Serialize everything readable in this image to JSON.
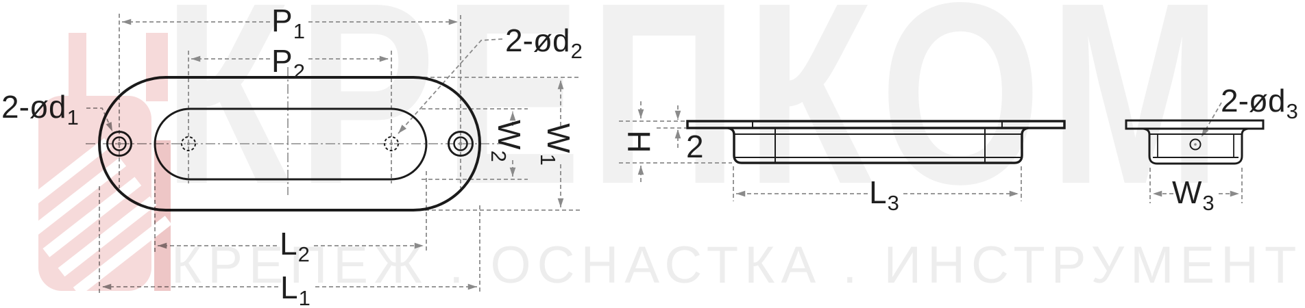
{
  "watermark": {
    "brand_text": "КРЕПКОМ",
    "tagline": "КРЕПЕЖ . ОСНАСТКА . ИНСТРУМЕНТ",
    "brand_color": "#f1f1f1",
    "tagline_color": "#ededed",
    "logo_pink": "#f6dada",
    "logo_bar_pink": "#eec6c6"
  },
  "drawing": {
    "type": "technical-drawing",
    "subject": "flush recessed pull handle, three orthographic views",
    "part_line_color": "#1b1b1b",
    "dimension_line_color": "#8a8a8a",
    "labels": {
      "d1": {
        "main": "2-ød",
        "sub": "1"
      },
      "p1": {
        "main": "P",
        "sub": "1"
      },
      "p2": {
        "main": "P",
        "sub": "2"
      },
      "d2": {
        "main": "2-ød",
        "sub": "2"
      },
      "w1": {
        "main": "W",
        "sub": "1"
      },
      "w2": {
        "main": "W",
        "sub": "2"
      },
      "l1": {
        "main": "L",
        "sub": "1"
      },
      "l2": {
        "main": "L",
        "sub": "2"
      },
      "h": {
        "main": "H",
        "sub": ""
      },
      "flange_thickness": {
        "main": "2",
        "sub": ""
      },
      "l3": {
        "main": "L",
        "sub": "3"
      },
      "d3": {
        "main": "2-ød",
        "sub": "3"
      },
      "w3": {
        "main": "W",
        "sub": "3"
      }
    }
  }
}
